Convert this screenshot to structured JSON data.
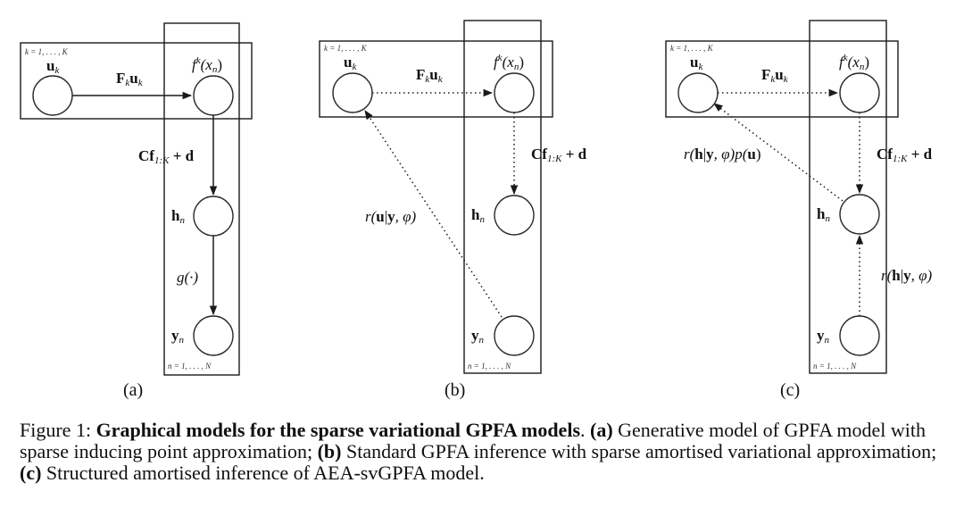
{
  "panels": [
    {
      "id": "a",
      "sublabel": "(a)",
      "edge_style": "solid",
      "plate_k_label": "k = 1, . . . , K",
      "plate_n_label": "n = 1, . . . , N",
      "nodes": {
        "u": "u",
        "u_sub": "k",
        "f": "f",
        "f_sup": "k",
        "f_arg": "(x",
        "f_arg_sub": "n",
        "f_close": ")",
        "h": "h",
        "h_sub": "n",
        "y": "y",
        "y_sub": "n"
      },
      "edge_labels": {
        "u_to_f": "F",
        "u_to_f_sub": "k",
        "u_to_f_tail": "u",
        "u_to_f_tail_sub": "k",
        "f_to_h": "Cf",
        "f_to_h_sub": "1:K",
        "f_to_h_tail": " + d",
        "h_to_y": "g(·)"
      }
    },
    {
      "id": "b",
      "sublabel": "(b)",
      "edge_style": "dotted",
      "plate_k_label": "k = 1, . . . , K",
      "plate_n_label": "n = 1, . . . , N",
      "nodes": {
        "u": "u",
        "u_sub": "k",
        "f": "f",
        "f_sup": "k",
        "f_arg": "(x",
        "f_arg_sub": "n",
        "f_close": ")",
        "h": "h",
        "h_sub": "n",
        "y": "y",
        "y_sub": "n"
      },
      "edge_labels": {
        "u_to_f": "F",
        "u_to_f_sub": "k",
        "u_to_f_tail": "u",
        "u_to_f_tail_sub": "k",
        "f_to_h": "Cf",
        "f_to_h_sub": "1:K",
        "f_to_h_tail": " + d",
        "y_to_u_pre": "r(",
        "y_to_u_bold": "u",
        "y_to_u_mid": "|",
        "y_to_u_bold2": "y",
        "y_to_u_post": ", φ)"
      }
    },
    {
      "id": "c",
      "sublabel": "(c)",
      "edge_style": "dotted",
      "plate_k_label": "k = 1, . . . , K",
      "plate_n_label": "n = 1, . . . , N",
      "nodes": {
        "u": "u",
        "u_sub": "k",
        "f": "f",
        "f_sup": "k",
        "f_arg": "(x",
        "f_arg_sub": "n",
        "f_close": ")",
        "h": "h",
        "h_sub": "n",
        "y": "y",
        "y_sub": "n"
      },
      "edge_labels": {
        "u_to_f": "F",
        "u_to_f_sub": "k",
        "u_to_f_tail": "u",
        "u_to_f_tail_sub": "k",
        "f_to_h": "Cf",
        "f_to_h_sub": "1:K",
        "f_to_h_tail": " + d",
        "h_to_u_pre": "r(",
        "h_to_u_bold": "h",
        "h_to_u_mid": "|",
        "h_to_u_bold2": "y",
        "h_to_u_mid2": ", φ)p(",
        "h_to_u_bold3": "u",
        "h_to_u_post": ")",
        "y_to_h_pre": "r(",
        "y_to_h_bold": "h",
        "y_to_h_mid": "|",
        "y_to_h_bold2": "y",
        "y_to_h_post": ", φ)"
      }
    }
  ],
  "caption": {
    "prefix": "Figure 1: ",
    "title": "Graphical models for the sparse variational GPFA models",
    "after_title": ". ",
    "a_tag": "(a)",
    "a_text": " Generative model of GPFA model with sparse inducing point approximation; ",
    "b_tag": "(b)",
    "b_text": " Standard GPFA inference with sparse amortised variational approximation; ",
    "c_tag": "(c)",
    "c_text": " Structured amortised inference of AEA-svGPFA model."
  }
}
